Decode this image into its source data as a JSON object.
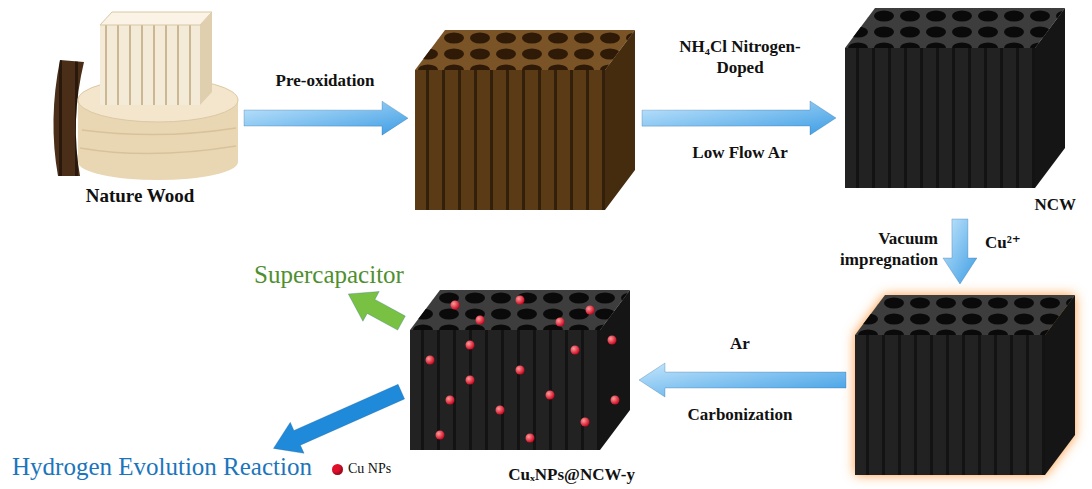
{
  "diagram": {
    "nodes": [
      {
        "text": [
          "Nature Wood"
        ]
      },
      {
        "text": []
      },
      {
        "text": [
          "NCW"
        ]
      },
      {
        "text": []
      },
      {
        "text": [
          "CuₓNPs@NCW-y"
        ]
      },
      {
        "text": [
          "Supercapacitor"
        ]
      },
      {
        "text": [
          "Hydrogen Evolution Reaction"
        ]
      }
    ],
    "edges": [
      {
        "from": 0,
        "to": 1,
        "arrow": "to",
        "label": "Pre-oxidation"
      },
      {
        "from": 1,
        "to": 2,
        "arrow": "to",
        "label": "NH₄Cl Nitrogen-Doped"
      },
      {
        "from": 2,
        "to": 3,
        "arrow": "to",
        "label": "Vacuum impregnation"
      },
      {
        "from": 3,
        "to": 4,
        "arrow": "to",
        "label": "Ar"
      },
      {
        "from": 4,
        "to": 5,
        "arrow": "to"
      },
      {
        "from": 4,
        "to": 6,
        "arrow": "to"
      }
    ],
    "labels": [
      "Low Flow Ar",
      "Cu²⁺",
      "Carbonization"
    ],
    "legend": [
      {
        "text": "Cu NPs",
        "color": "#e0102a"
      }
    ]
  }
}
